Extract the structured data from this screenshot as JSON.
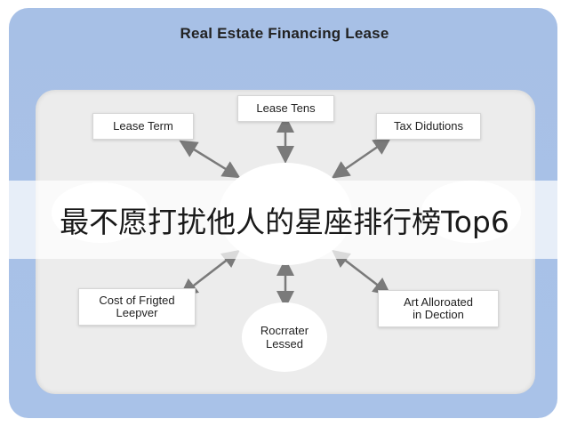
{
  "diagram": {
    "title": "Real Estate Financing Lease",
    "center": "",
    "nodes": {
      "top": "Lease Tens",
      "top_left": "Lease Term",
      "top_right": "Tax Didutions",
      "bottom_left": "Cost of Frigted\nLeepver",
      "bottom_right": "Art Alloroated\nin Dection",
      "bottom_center": "Rocrrater\nLessed",
      "left": "",
      "right": ""
    }
  },
  "banner": {
    "text": "最不愿打扰他人的星座排行榜Top6"
  }
}
